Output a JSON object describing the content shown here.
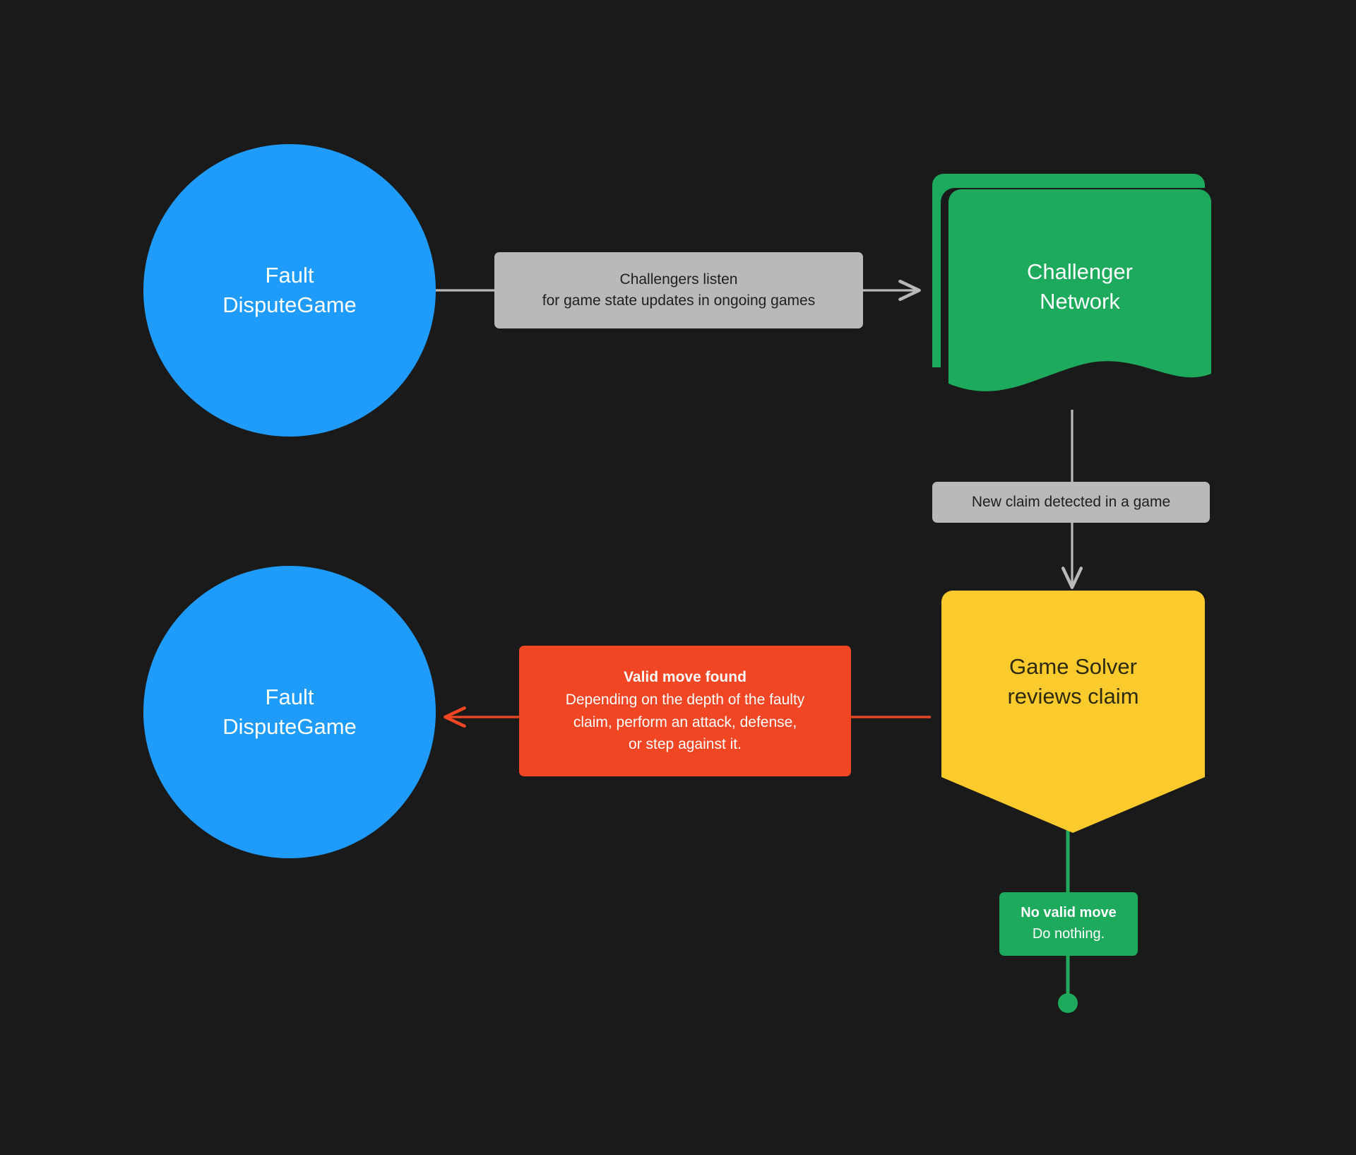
{
  "diagram": {
    "title": "Fault Dispute Game challenger flow",
    "background_color": "#1a1a1a",
    "colors": {
      "circle_blue": "#1f9cfb",
      "document_green": "#1eaa5c",
      "shield_yellow": "#fbcb2d",
      "label_gray": "#b9b9b9",
      "label_orange": "#f14624",
      "label_green": "#1eaa5c",
      "edge_gray": "#b9b9b9",
      "edge_orange": "#f14624",
      "edge_green": "#1eaa5c",
      "text_light": "#ffffff",
      "text_dark": "#1f1f1f"
    }
  },
  "nodes": {
    "fault_dispute_game_top": {
      "shape": "circle",
      "line1": "Fault",
      "line2": "DisputeGame"
    },
    "challenger_network": {
      "shape": "multi-document",
      "line1": "Challenger",
      "line2": "Network"
    },
    "game_solver": {
      "shape": "shield",
      "line1": "Game Solver",
      "line2": "reviews claim"
    },
    "fault_dispute_game_bottom": {
      "shape": "circle",
      "line1": "Fault",
      "line2": "DisputeGame"
    }
  },
  "edges": {
    "listen": {
      "from": "fault_dispute_game_top",
      "to": "challenger_network",
      "line1": "Challengers listen",
      "line2": "for game state updates in ongoing games",
      "arrow": "right"
    },
    "new_claim": {
      "from": "challenger_network",
      "to": "game_solver",
      "line1": "New claim detected in a game",
      "arrow": "down"
    },
    "valid_move": {
      "from": "game_solver",
      "to": "fault_dispute_game_bottom",
      "heading": "Valid move found",
      "line1": "Depending on the depth of the faulty",
      "line2": "claim, perform an attack, defense,",
      "line3": "or step against it.",
      "arrow": "left"
    },
    "no_valid_move": {
      "from": "game_solver",
      "to": "terminator",
      "heading": "No valid move",
      "line1": "Do nothing.",
      "arrow": "dot"
    }
  }
}
